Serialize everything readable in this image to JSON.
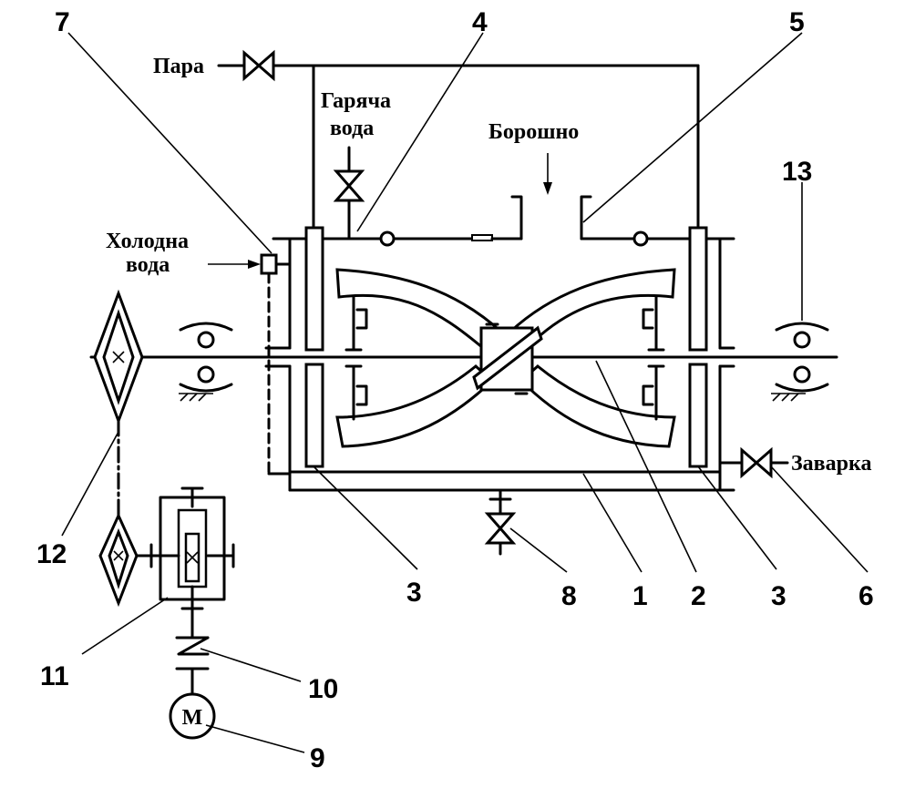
{
  "labels": {
    "steam": "Пара",
    "hot_water_1": "Гаряча",
    "hot_water_2": "вода",
    "flour": "Борошно",
    "cold_water_1": "Холодна",
    "cold_water_2": "вода",
    "brew": "Заварка",
    "motor": "М"
  },
  "callouts": {
    "n1": "1",
    "n2": "2",
    "n3a": "3",
    "n3b": "3",
    "n4": "4",
    "n5": "5",
    "n6": "6",
    "n7": "7",
    "n8": "8",
    "n9": "9",
    "n10": "10",
    "n11": "11",
    "n12": "12",
    "n13": "13"
  }
}
